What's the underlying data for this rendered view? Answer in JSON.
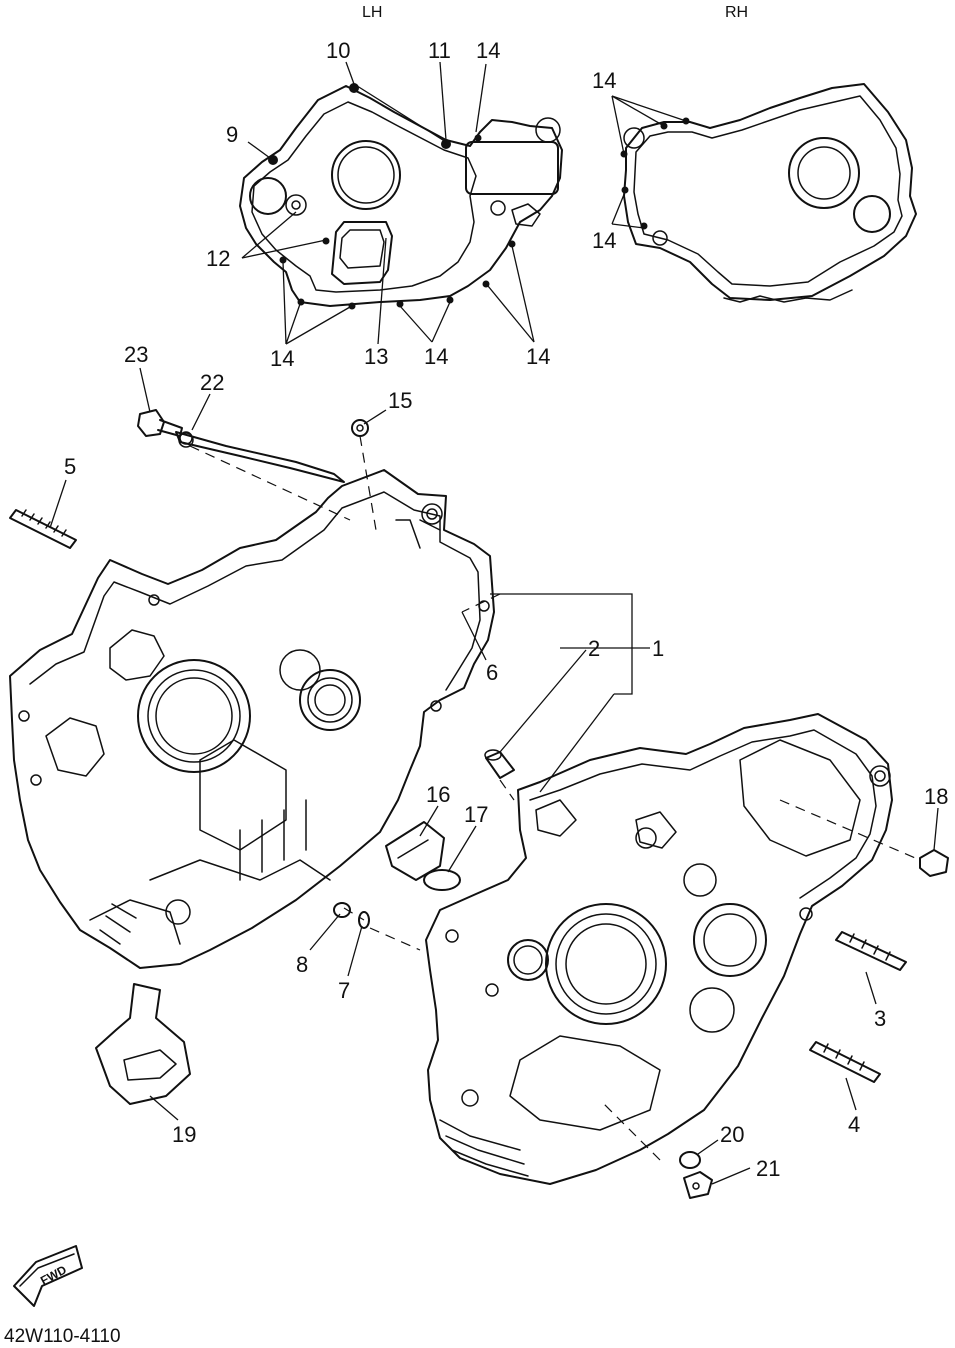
{
  "side_labels": {
    "left": "LH",
    "right": "RH"
  },
  "part_numbers": {
    "p1": "1",
    "p2": "2",
    "p3": "3",
    "p4": "4",
    "p5": "5",
    "p6": "6",
    "p7": "7",
    "p8": "8",
    "p9": "9",
    "p10": "10",
    "p11": "11",
    "p12": "12",
    "p13": "13",
    "p14": "14",
    "p15": "15",
    "p16": "16",
    "p17": "17",
    "p18": "18",
    "p19": "19",
    "p20": "20",
    "p21": "21",
    "p22": "22",
    "p23": "23"
  },
  "fwd_badge": "FWD",
  "diagram_code": "42W110-4110"
}
